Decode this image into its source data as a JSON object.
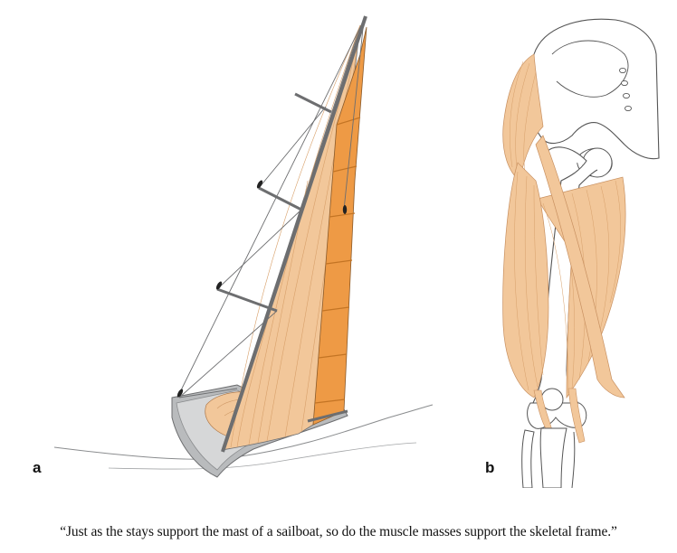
{
  "figure": {
    "panel_a": {
      "label": "a"
    },
    "panel_b": {
      "label": "b"
    }
  },
  "caption": "“Just as the stays support the mast of a sailboat, so do the muscle masses support the skeletal frame.”",
  "colors": {
    "muscle_light": "#f2c79a",
    "muscle_dark": "#ee9a45",
    "hull_gray": "#b9bbbd",
    "line_gray": "#6d6e70"
  }
}
